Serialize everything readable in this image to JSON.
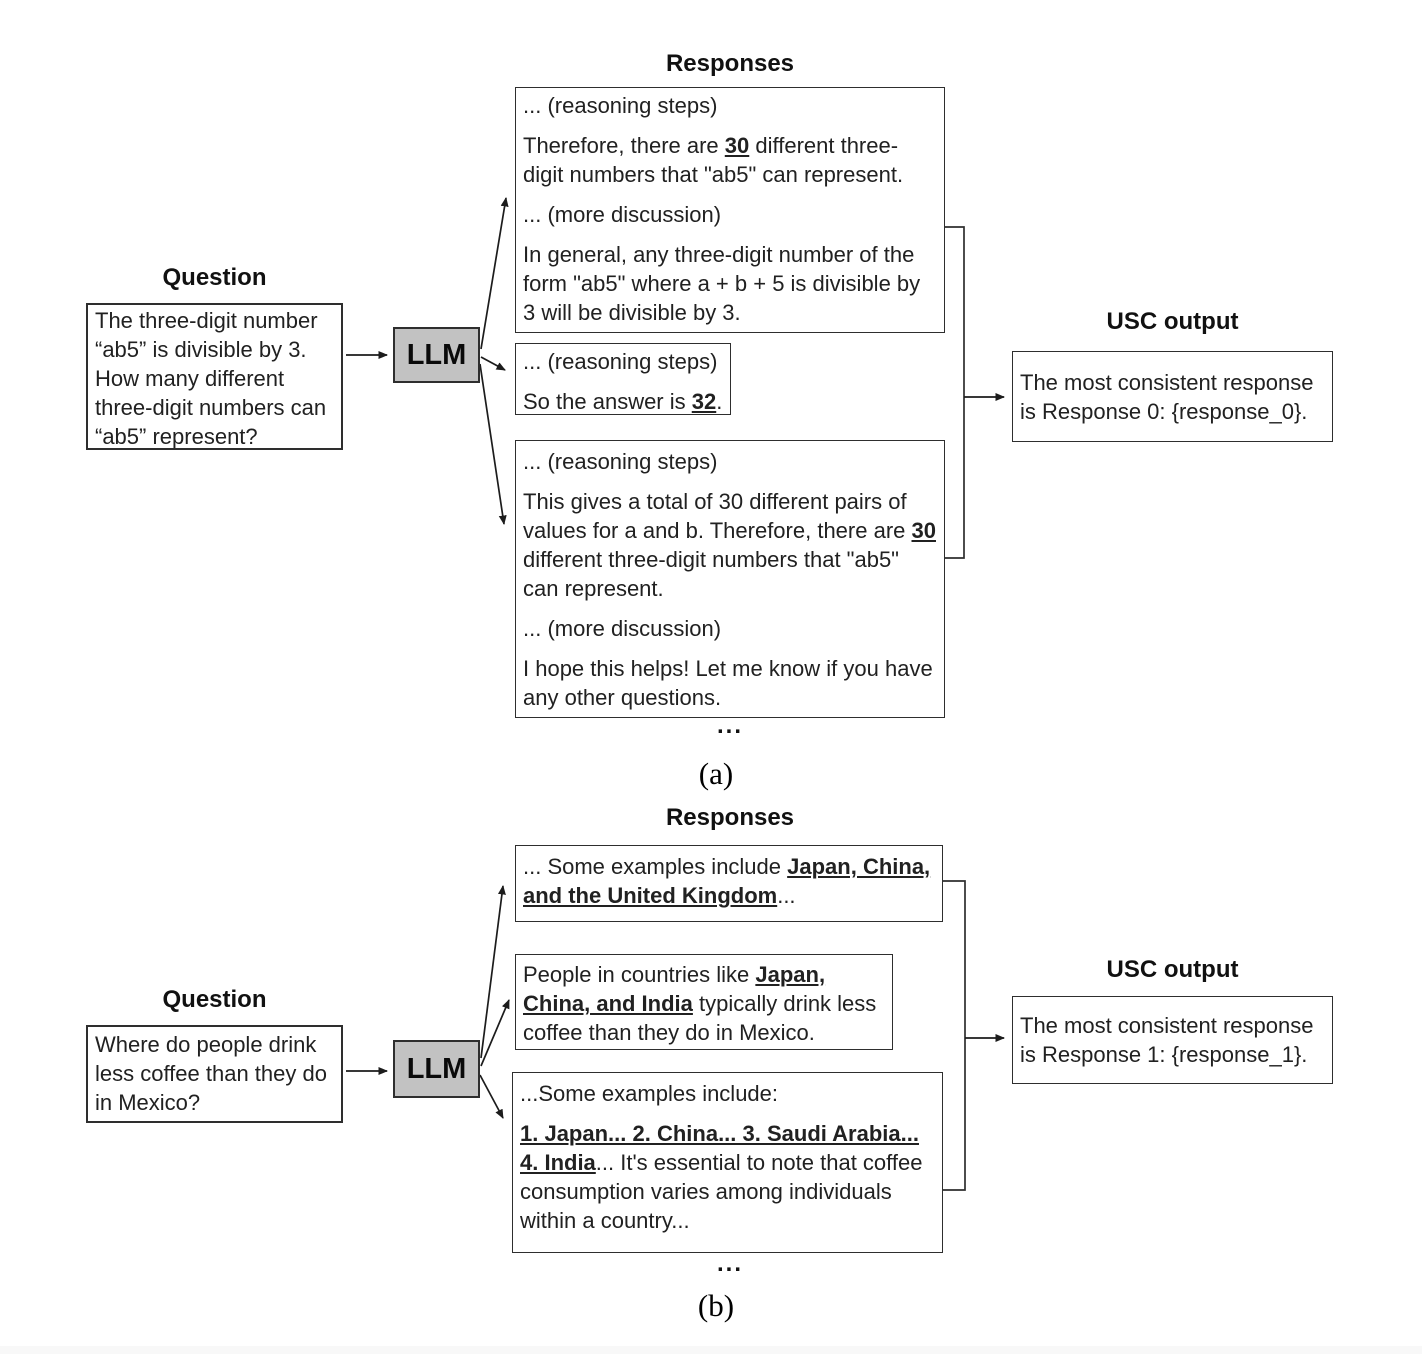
{
  "page": {
    "background": "#ffffff",
    "box_border_color": "#2e2e2e",
    "llm_fill_color": "#c2c2c2"
  },
  "panels": [
    {
      "caption": "(a)",
      "question": {
        "heading": "Question",
        "text": "The three-digit number “ab5” is divisible by 3. How many different three-digit numbers can “ab5” represent?"
      },
      "llm_label": "LLM",
      "responses_heading": "Responses",
      "responses": [
        {
          "paragraphs": [
            [
              {
                "t": "... (reasoning steps)"
              }
            ],
            [
              {
                "t": "Therefore, there are "
              },
              {
                "t": "30",
                "b": true,
                "u": true
              },
              {
                "t": " different three-digit numbers that \"ab5\" can represent."
              }
            ],
            [
              {
                "t": "... (more discussion)"
              }
            ],
            [
              {
                "t": "In general, any three-digit number of the form \"ab5\" where a + b + 5 is divisible by 3 will be divisible by 3."
              }
            ]
          ]
        },
        {
          "paragraphs": [
            [
              {
                "t": "... (reasoning steps)"
              }
            ],
            [
              {
                "t": "So the answer is "
              },
              {
                "t": "32",
                "b": true,
                "u": true
              },
              {
                "t": "."
              }
            ]
          ]
        },
        {
          "paragraphs": [
            [
              {
                "t": "... (reasoning steps)"
              }
            ],
            [
              {
                "t": "This gives a total of 30 different pairs of values for a and b. Therefore, there are "
              },
              {
                "t": "30",
                "b": true,
                "u": true
              },
              {
                "t": " different three-digit numbers that \"ab5\" can represent."
              }
            ],
            [
              {
                "t": "... (more discussion)"
              }
            ],
            [
              {
                "t": "I hope this helps! Let me know if you have any other questions."
              }
            ]
          ]
        }
      ],
      "ellipsis": "...",
      "usc": {
        "heading": "USC output",
        "text": "The most consistent response is Response 0: {response_0}."
      }
    },
    {
      "caption": "(b)",
      "question": {
        "heading": "Question",
        "text": "Where do people drink less coffee than they do in Mexico?"
      },
      "llm_label": "LLM",
      "responses_heading": "Responses",
      "responses": [
        {
          "paragraphs": [
            [
              {
                "t": "... Some examples include "
              },
              {
                "t": "Japan, China, and the United Kingdom",
                "b": true,
                "u": true
              },
              {
                "t": "..."
              }
            ]
          ]
        },
        {
          "paragraphs": [
            [
              {
                "t": "People in countries like "
              },
              {
                "t": "Japan, China, and India",
                "b": true,
                "u": true
              },
              {
                "t": " typically drink less coffee than they do in Mexico."
              }
            ]
          ]
        },
        {
          "paragraphs": [
            [
              {
                "t": "...Some examples include:"
              }
            ],
            [
              {
                "t": "1. Japan... 2. China... 3. Saudi Arabia... 4. India",
                "b": true,
                "u": true
              },
              {
                "t": "... It's essential to note that coffee consumption varies among individuals within a country..."
              }
            ]
          ]
        }
      ],
      "ellipsis": "...",
      "usc": {
        "heading": "USC output",
        "text": "The most consistent response is Response 1: {response_1}."
      }
    }
  ]
}
